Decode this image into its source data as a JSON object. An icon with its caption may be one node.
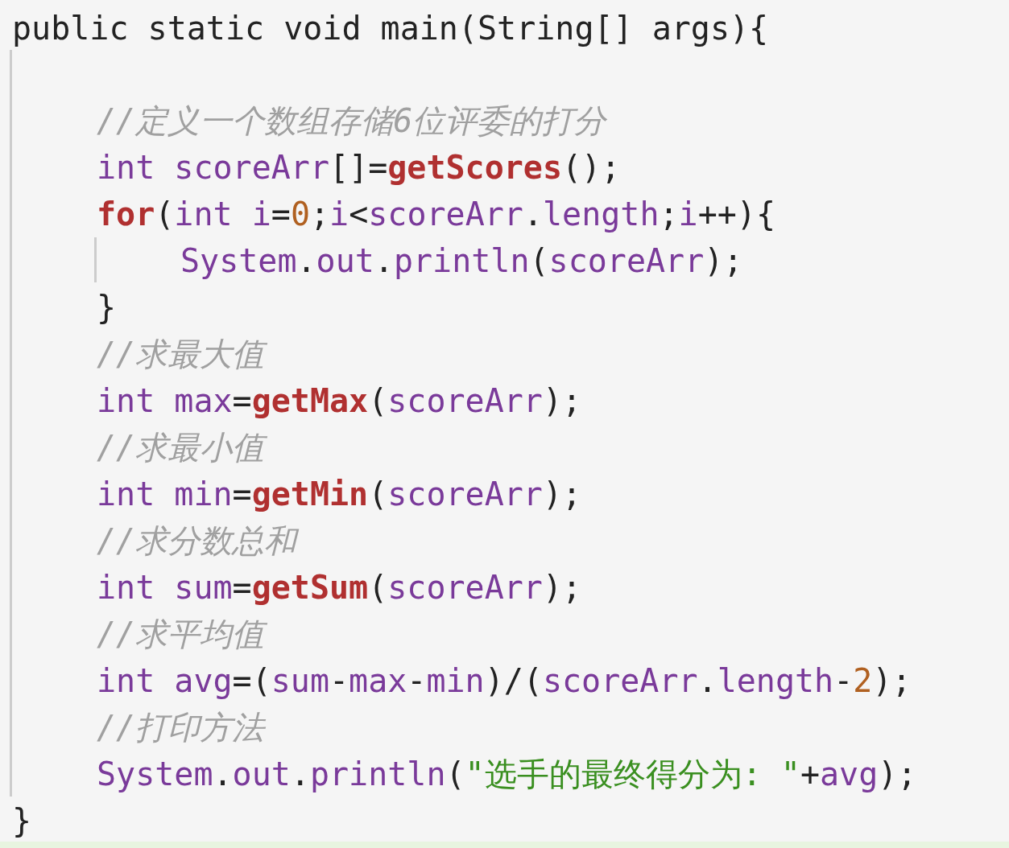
{
  "diagram": {
    "labels": [
      "public static void main(String[] args){",
      "//定义一个数组存储6位评委的打分",
      "int scoreArr[]=getScores();",
      "for(int i=0;i<scoreArr.length;i++){",
      "System.out.println(scoreArr);",
      "}",
      "//求最大值",
      "int max=getMax(scoreArr);",
      "//求最小值",
      "int min=getMin(scoreArr);",
      "//求分数总和",
      "int sum=getSum(scoreArr);",
      "//求平均值",
      "int avg=(sum-max-min)/(scoreArr.length-2);",
      "//打印方法",
      "System.out.println(\"选手的最终得分为: \"+avg);",
      "}"
    ]
  }
}
